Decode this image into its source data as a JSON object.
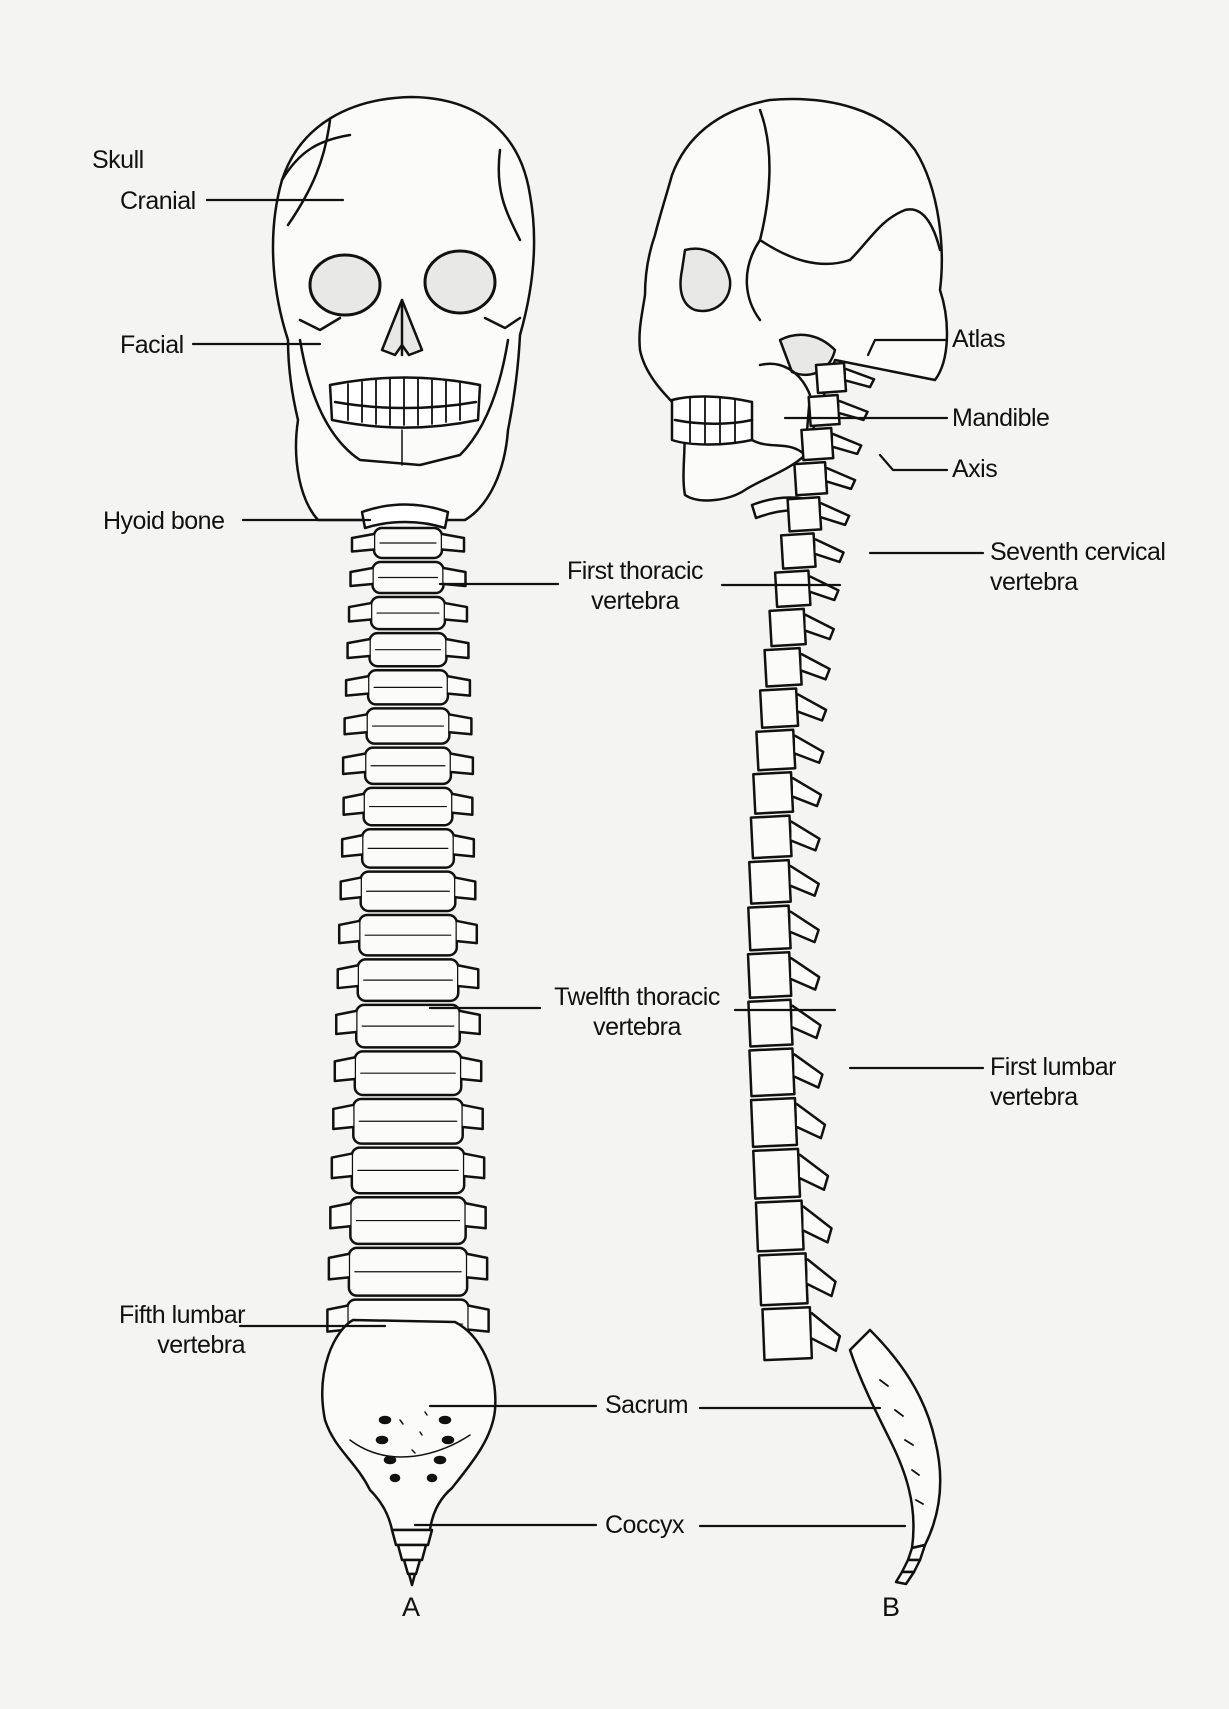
{
  "labels": {
    "skull": "Skull",
    "cranial": "Cranial",
    "facial": "Facial",
    "hyoid": "Hyoid bone",
    "first_thoracic": [
      "First thoracic",
      "vertebra"
    ],
    "twelfth_thoracic": [
      "Twelfth thoracic",
      "vertebra"
    ],
    "fifth_lumbar": [
      "Fifth lumbar",
      "vertebra"
    ],
    "sacrum": "Sacrum",
    "coccyx": "Coccyx",
    "atlas": "Atlas",
    "mandible": "Mandible",
    "axis": "Axis",
    "seventh_cervical": [
      "Seventh cervical",
      "vertebra"
    ],
    "first_lumbar": [
      "First lumbar",
      "vertebra"
    ]
  },
  "views": {
    "anterior": "A",
    "lateral": "B"
  },
  "colors": {
    "ink": "#111111",
    "paper": "#f4f4f2"
  }
}
